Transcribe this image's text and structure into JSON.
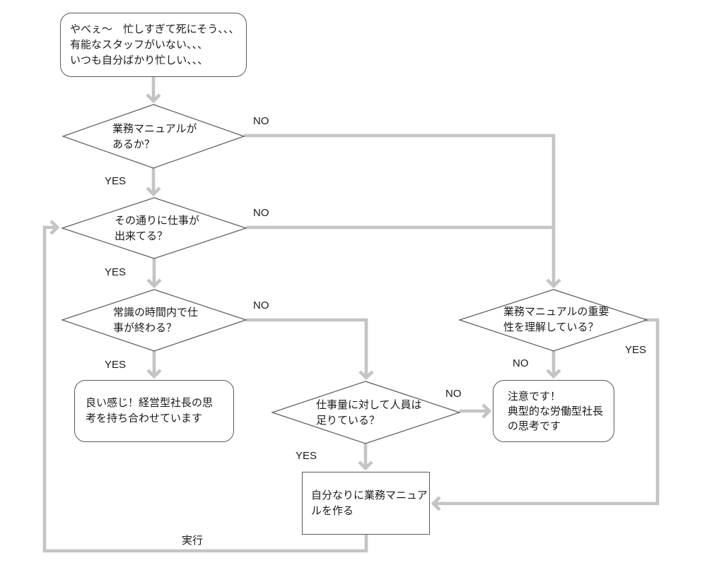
{
  "colors": {
    "connector": "#c4c4c4",
    "node_border": "#595959",
    "text": "#1a1a1a",
    "background": "#ffffff"
  },
  "nodes": {
    "start": {
      "type": "rounded-box",
      "lines": [
        "やべぇ〜　忙しすぎて死にそう、、、",
        "有能なスタッフがいない、、、",
        "いつも自分ばかり忙しい、、、"
      ]
    },
    "has_manual": {
      "type": "decision",
      "lines": [
        "業務マニュアルが",
        "あるか？"
      ]
    },
    "work_as_manual": {
      "type": "decision",
      "lines": [
        "その通りに仕事が",
        "出来てる？"
      ]
    },
    "finish_in_time": {
      "type": "decision",
      "lines": [
        "常識の時間内で仕",
        "事が終わる？"
      ]
    },
    "enough_staff": {
      "type": "decision",
      "lines": [
        "仕事量に対して人員は",
        "足りている？"
      ]
    },
    "understand_importance": {
      "type": "decision",
      "lines": [
        "業務マニュアルの重要",
        "性を理解している？"
      ]
    },
    "good_result": {
      "type": "rounded-box",
      "lines": [
        "良い感じ！経営型社長の思",
        "考を持ち合わせています"
      ]
    },
    "warning_result": {
      "type": "rounded-box",
      "lines": [
        "注意です！",
        "典型的な労働型社長",
        "の思考です"
      ]
    },
    "make_manual": {
      "type": "box",
      "lines": [
        "自分なりに業務マニュア",
        "ルを作る"
      ]
    }
  },
  "edge_labels": {
    "has_manual_yes": "YES",
    "has_manual_no": "NO",
    "work_as_manual_yes": "YES",
    "work_as_manual_no": "NO",
    "finish_in_time_yes": "YES",
    "finish_in_time_no": "NO",
    "enough_staff_yes": "YES",
    "enough_staff_no": "NO",
    "understand_importance_yes": "YES",
    "understand_importance_no": "NO",
    "execute": "実行"
  }
}
